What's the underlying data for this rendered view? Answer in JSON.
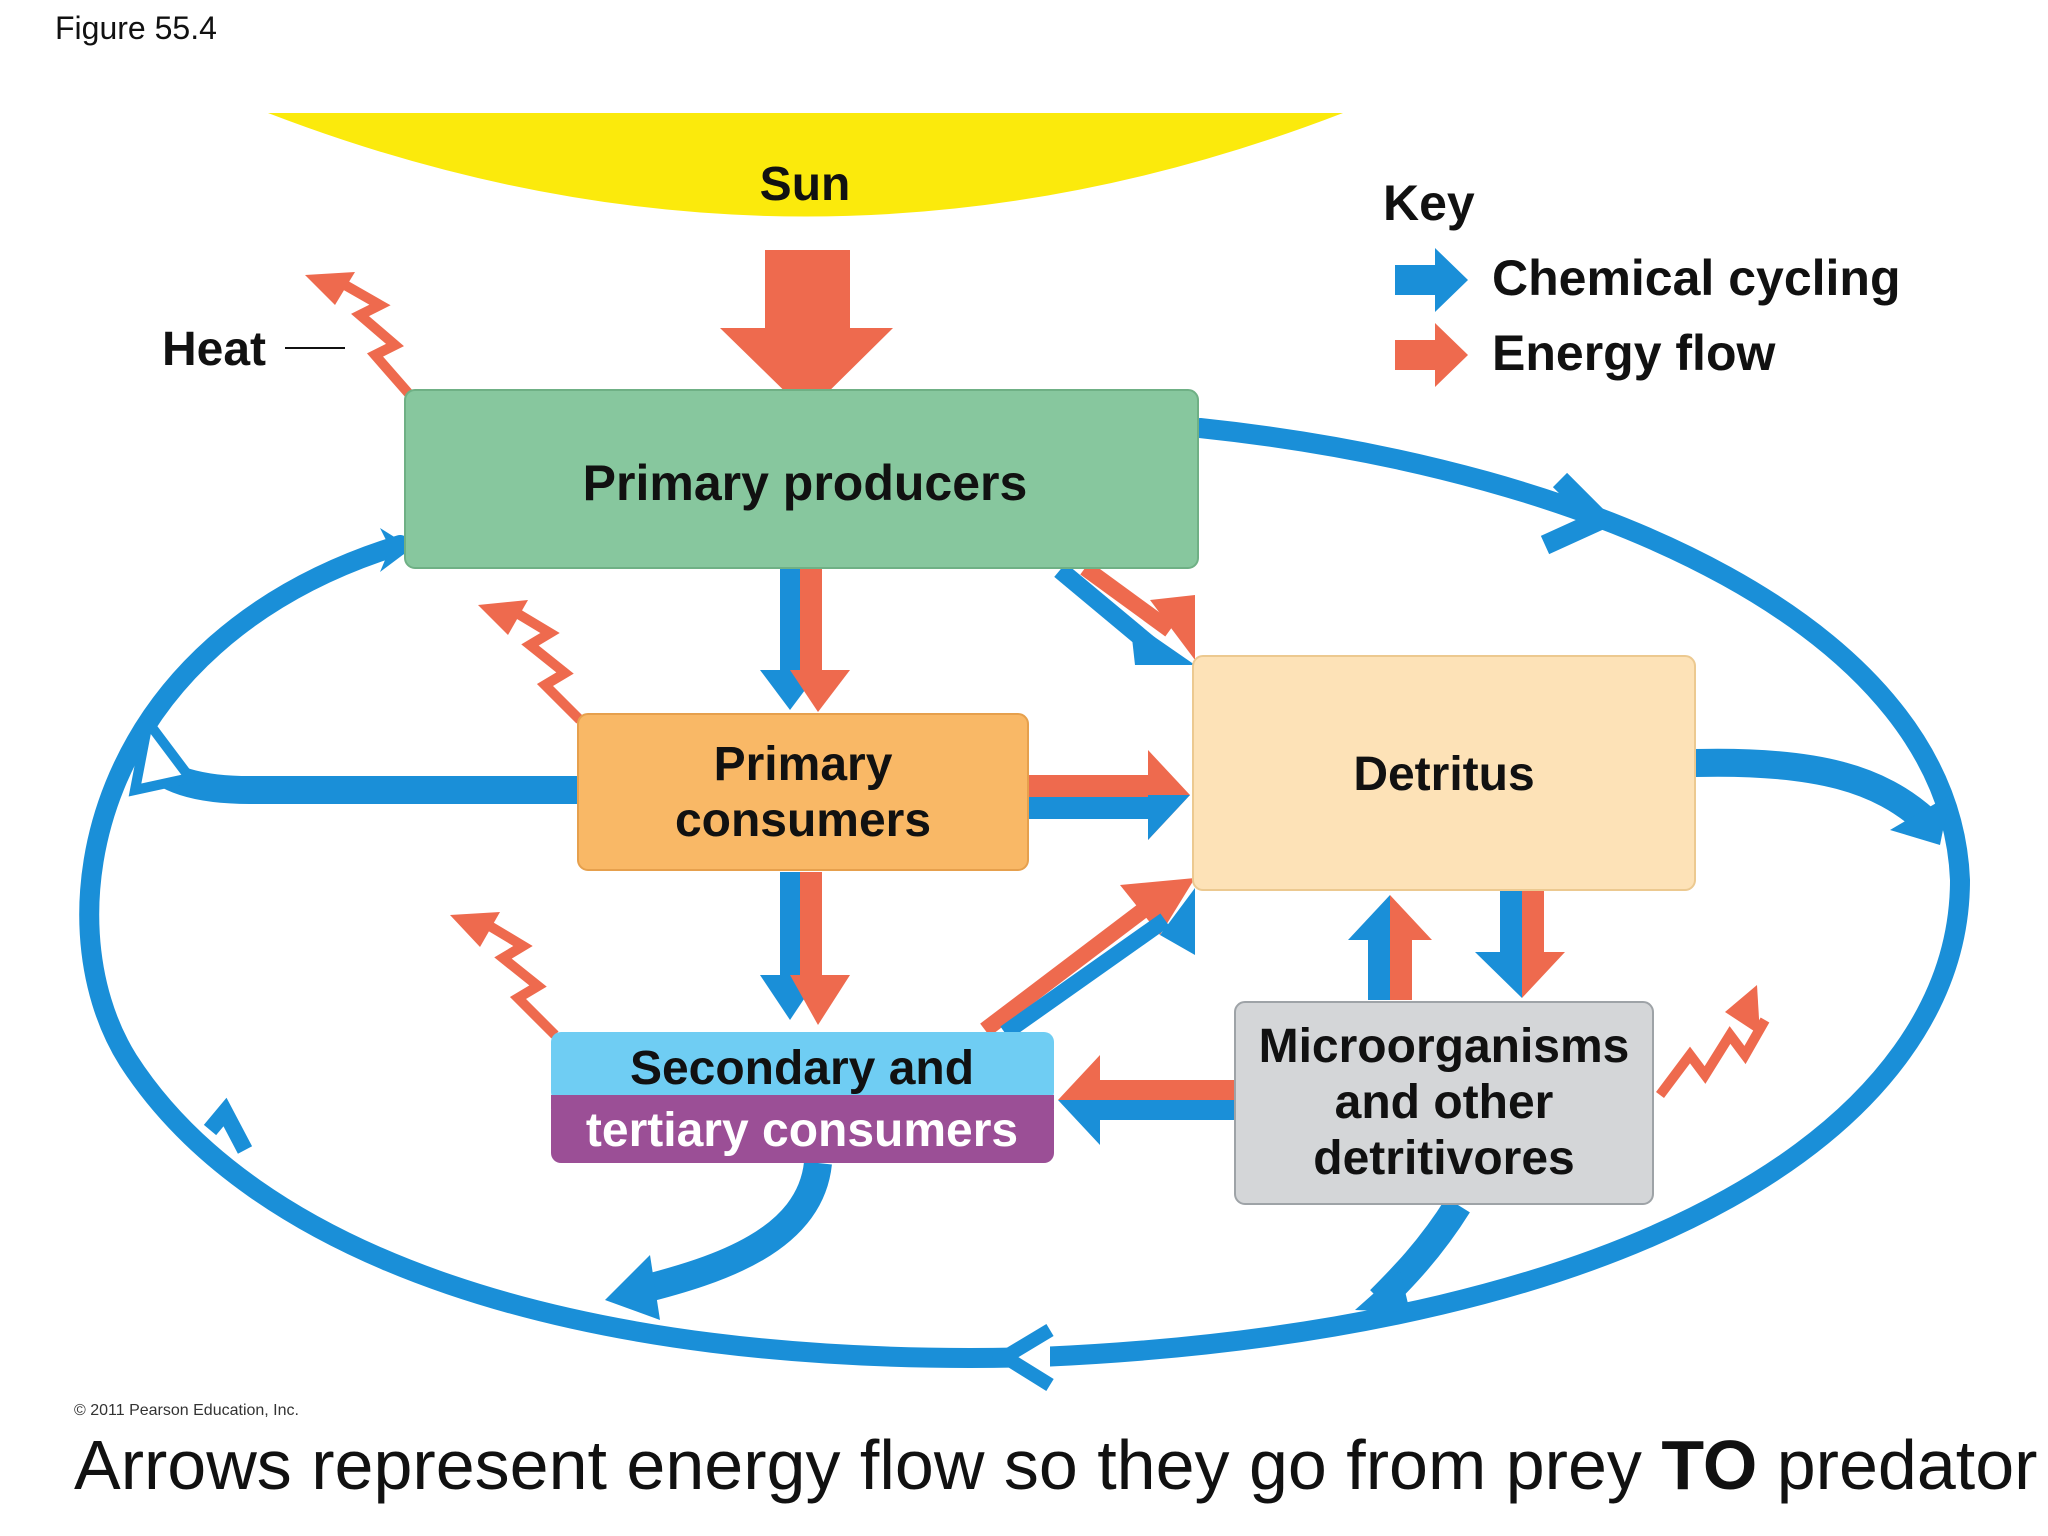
{
  "figure_label": "Figure 55.4",
  "sun": {
    "label": "Sun"
  },
  "heat_label": "Heat",
  "key": {
    "title": "Key",
    "items": [
      {
        "label": "Chemical cycling",
        "color": "#1a8fd8"
      },
      {
        "label": "Energy flow",
        "color": "#ee6a4e"
      }
    ]
  },
  "nodes": {
    "primary_producers": {
      "label": "Primary producers",
      "color": "#87c79e"
    },
    "primary_consumers": {
      "line1": "Primary",
      "line2": "consumers",
      "color": "#f9b866"
    },
    "secondary_consumers": {
      "line1": "Secondary and",
      "line2": "tertiary consumers",
      "top_color": "#6fcdf3",
      "bottom_color": "#9b4f96"
    },
    "detritus": {
      "label": "Detritus",
      "color": "#fde2b7"
    },
    "microorganisms": {
      "line1": "Microorganisms",
      "line2": "and other",
      "line3": "detritivores",
      "color": "#d4d6d8"
    }
  },
  "colors": {
    "chemical": "#1a8fd8",
    "energy": "#ee6a4e",
    "sun": "#fbea0c"
  },
  "copyright": "© 2011 Pearson Education, Inc.",
  "caption": {
    "before": "Arrows represent energy flow so they go from prey ",
    "bold": "TO",
    "after": " predator"
  }
}
